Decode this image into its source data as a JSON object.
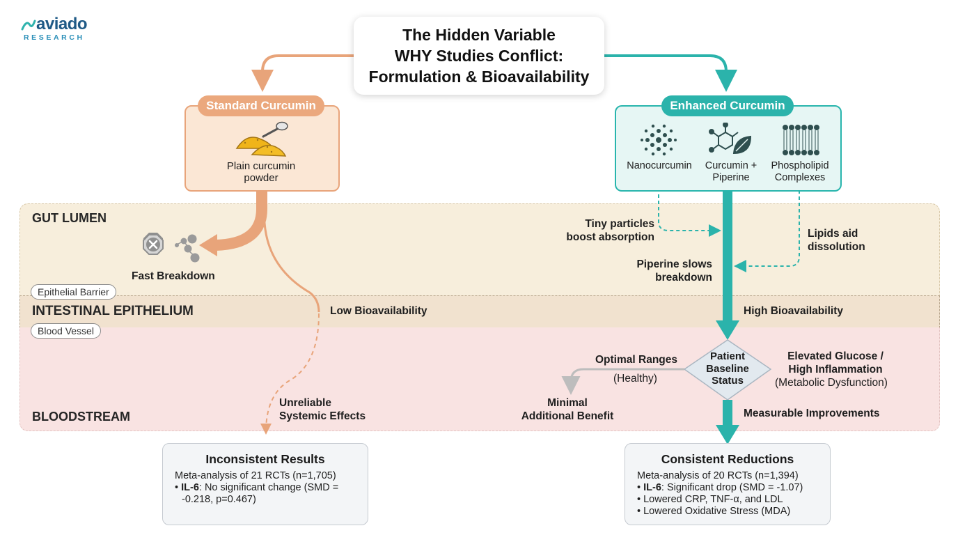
{
  "logo": {
    "word": "aviado",
    "sub": "RESEARCH"
  },
  "title": {
    "line1": "The Hidden Variable",
    "line2": "WHY Studies Conflict:",
    "line3": "Formulation & Bioavailability"
  },
  "zones": {
    "gut": "GUT LUMEN",
    "epithelium": "INTESTINAL EPITHELIUM",
    "bloodstream": "BLOODSTREAM",
    "epithelial_pill": "Epithelial Barrier",
    "vessel_pill": "Blood Vessel"
  },
  "standard": {
    "badge": "Standard Curcumin",
    "label_line1": "Plain curcumin",
    "label_line2": "powder",
    "breakdown": "Fast Breakdown",
    "low_bio": "Low Bioavailability",
    "unreliable_line1": "Unreliable",
    "unreliable_line2": "Systemic Effects"
  },
  "enhanced": {
    "badge": "Enhanced Curcumin",
    "nano": "Nanocurcumin",
    "piperine_line1": "Curcumin +",
    "piperine_line2": "Piperine",
    "phospho_line1": "Phospholipid",
    "phospho_line2": "Complexes",
    "tiny_line1": "Tiny particles",
    "tiny_line2": "boost absorption",
    "lipids_line1": "Lipids aid",
    "lipids_line2": "dissolution",
    "piperine_slows_line1": "Piperine slows",
    "piperine_slows_line2": "breakdown",
    "high_bio": "High Bioavailability"
  },
  "decision": {
    "line1": "Patient",
    "line2": "Baseline",
    "line3": "Status",
    "optimal": "Optimal Ranges",
    "healthy": "(Healthy)",
    "minimal_line1": "Minimal",
    "minimal_line2": "Additional Benefit",
    "elevated_line1": "Elevated Glucose /",
    "elevated_line2": "High Inflammation",
    "metabolic": "(Metabolic Dysfunction)",
    "measurable": "Measurable Improvements"
  },
  "results_left": {
    "title": "Inconsistent Results",
    "line1": "Meta-analysis of 21 RCTs (n=1,705)",
    "bullet_bold": "IL-6",
    "bullet_rest": ": No significant change (SMD =",
    "bullet_cont": "-0.218, p=0.467)"
  },
  "results_right": {
    "title": "Consistent Reductions",
    "line1": "Meta-analysis of 20 RCTs (n=1,394)",
    "bullet1_bold": "IL-6",
    "bullet1_rest": ": Significant drop (SMD = -1.07)",
    "bullet2": "Lowered CRP, TNF-α, and LDL",
    "bullet3": "Lowered Oxidative Stress (MDA)"
  },
  "colors": {
    "standard_accent": "#eba87d",
    "enhanced_accent": "#2bb3ab",
    "gut_zone": "#f7eedc",
    "epithelium_zone": "#f1e2cf",
    "blood_zone": "#f9e3e2"
  }
}
